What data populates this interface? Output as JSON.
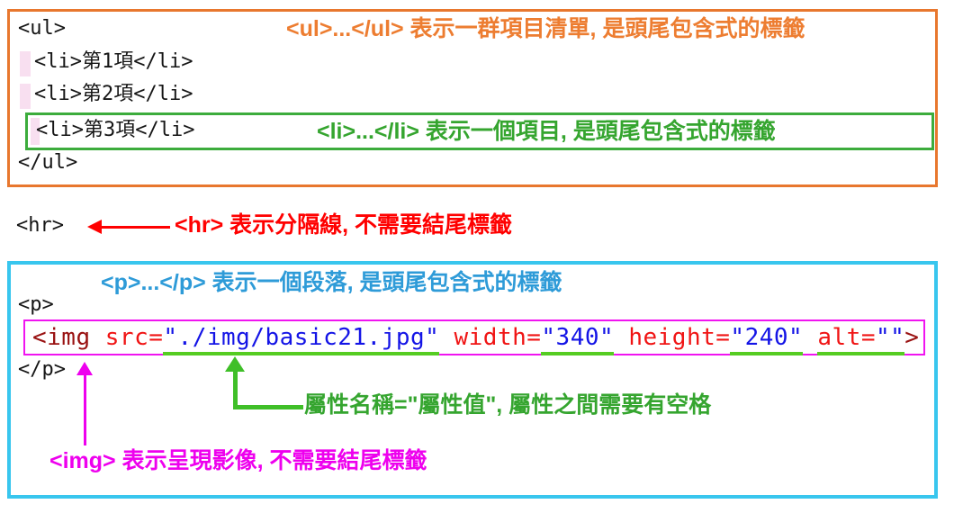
{
  "colors": {
    "orange": "#ED7D31",
    "green": "#35A52F",
    "bright_green": "#55CC22",
    "red": "#FF0000",
    "cyan": "#38C6EE",
    "blue": "#2E9BD8",
    "magenta": "#EE00EE",
    "tag_maroon": "#991111",
    "attr_red": "#F01414",
    "value_blue": "#1414E6"
  },
  "ul_section": {
    "code_open": "<ul>",
    "items": [
      "<li>第1項</li>",
      "<li>第2項</li>",
      "<li>第3項</li>"
    ],
    "code_close": "</ul>",
    "ul_annotation": "<ul>...</ul> 表示一群項目清單, 是頭尾包含式的標籤",
    "li_annotation": "<li>...</li> 表示一個項目, 是頭尾包含式的標籤"
  },
  "hr_section": {
    "code": "<hr>",
    "annotation": "<hr> 表示分隔線, 不需要結尾標籤"
  },
  "p_section": {
    "p_annotation": "<p>...</p> 表示一個段落, 是頭尾包含式的標籤",
    "code_open": "<p>",
    "code_close": "</p>",
    "img_code": {
      "tag_open": "<img ",
      "src_name": "src=",
      "src_value": "\"./img/basic21.jpg\"",
      "space1": " ",
      "width_name": "width=",
      "width_value": "\"340\"",
      "space2": " ",
      "height_name": "height=",
      "height_value": "\"240\"",
      "space3": " ",
      "alt_name": "alt=",
      "alt_value": "\"\"",
      "tag_close": ">"
    },
    "attr_annotation": "屬性名稱=\"屬性值\", 屬性之間需要有空格",
    "img_annotation": "<img> 表示呈現影像, 不需要結尾標籤"
  }
}
